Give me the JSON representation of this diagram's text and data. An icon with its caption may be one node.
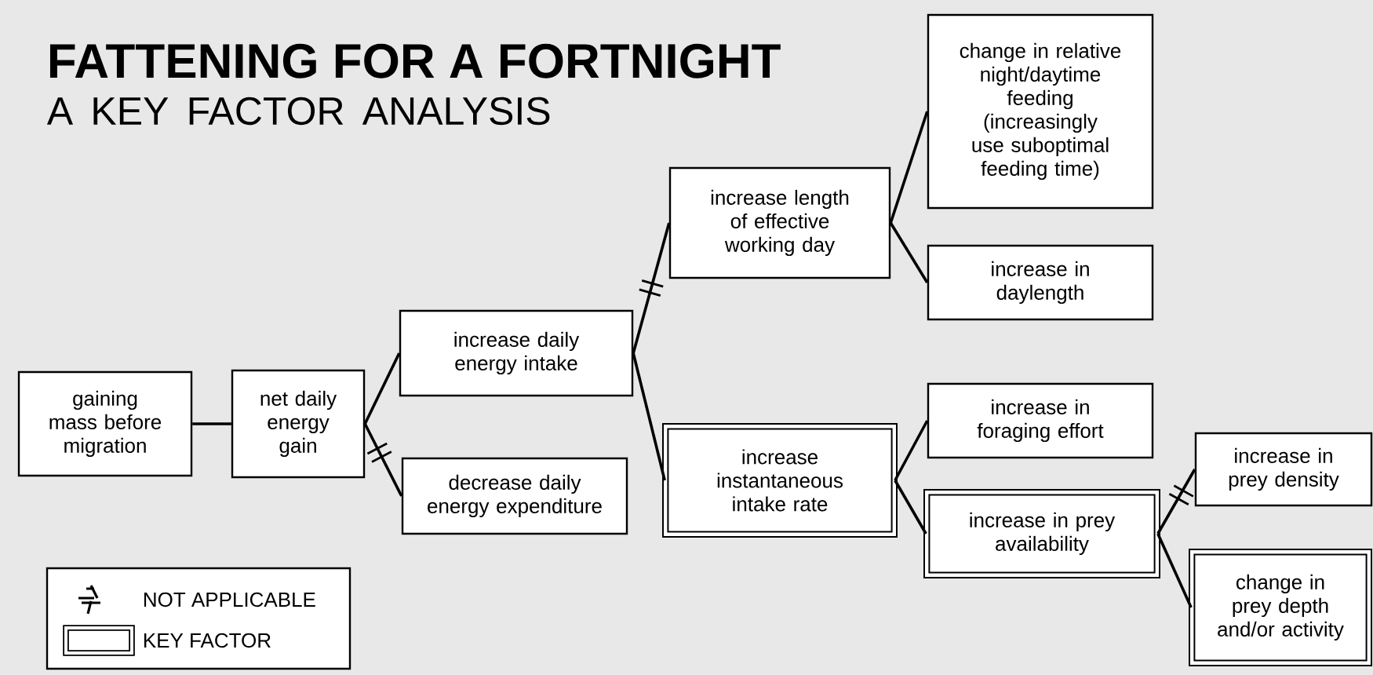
{
  "diagram": {
    "title": "FATTENING FOR A FORTNIGHT",
    "nodes": [
      {
        "text": [
          "gaining mass before migration"
        ]
      },
      {
        "text": [
          "net daily energy gain"
        ]
      },
      {
        "text": [
          "increase daily energy intake"
        ]
      },
      {
        "text": [
          "decrease daily energy expenditure"
        ]
      },
      {
        "text": [
          "increase length of effective working day"
        ]
      },
      {
        "text": [
          "increase instantaneous intake rate"
        ]
      },
      {
        "text": [
          "change in relative night/daytime feeding (increasingly use suboptimal feeding time)"
        ]
      },
      {
        "text": [
          "increase in daylength"
        ]
      },
      {
        "text": [
          "increase in foraging effort"
        ]
      },
      {
        "text": [
          "increase in prey availability"
        ]
      },
      {
        "text": [
          "increase in prey density"
        ]
      },
      {
        "text": [
          "change in prey depth and/or activity"
        ]
      }
    ],
    "edges": [
      {
        "from": 0,
        "to": 1,
        "arrow": "none"
      },
      {
        "from": 1,
        "to": 2,
        "arrow": "none"
      },
      {
        "from": 1,
        "to": 3,
        "arrow": "none"
      },
      {
        "from": 2,
        "to": 4,
        "arrow": "none"
      },
      {
        "from": 2,
        "to": 5,
        "arrow": "none"
      },
      {
        "from": 4,
        "to": 6,
        "arrow": "none"
      },
      {
        "from": 4,
        "to": 7,
        "arrow": "none"
      },
      {
        "from": 5,
        "to": 8,
        "arrow": "none"
      },
      {
        "from": 5,
        "to": 9,
        "arrow": "none"
      },
      {
        "from": 9,
        "to": 10,
        "arrow": "none"
      },
      {
        "from": 9,
        "to": 11,
        "arrow": "none"
      }
    ],
    "labels": [
      "A KEY FACTOR ANALYSIS"
    ],
    "legend": [
      {
        "text": "NOT APPLICABLE"
      },
      {
        "text": "KEY FACTOR"
      }
    ]
  }
}
